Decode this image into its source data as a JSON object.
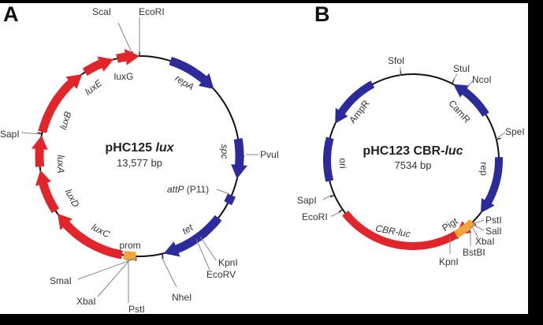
{
  "panels": [
    {
      "letter": "A",
      "name": "pHC125",
      "name_italic": "lux",
      "size": "13,577 bp",
      "genes": {
        "repA": "repA",
        "spc": "spc",
        "attP": "attP",
        "attP_suffix": "(P11)",
        "tet": "tet",
        "prom": "prom",
        "luxC": "luxC",
        "luxD": "luxD",
        "luxA": "luxA",
        "luxB": "luxB",
        "luxE": "luxE",
        "luxG": "luxG"
      },
      "sites": {
        "ScaI": "ScaI",
        "EcoRI": "EcoRI",
        "PvuI": "PvuI",
        "SapI": "SapI",
        "KpnI": "KpnI",
        "EcoRV": "EcoRV",
        "NheI": "NheI",
        "SmaI": "SmaI",
        "XbaI": "XbaI",
        "PstI": "PstI"
      }
    },
    {
      "letter": "B",
      "name": "pHC123 CBR-",
      "name_italic": "luc",
      "size": "7534 bp",
      "genes": {
        "CamR": "CamR",
        "rep": "rep",
        "Pigt": "Pigt",
        "CBRluc": "CBR-luc",
        "ori": "ori",
        "AmpR": "AmpR"
      },
      "sites": {
        "SfoI": "SfoI",
        "StuI": "StuI",
        "NcoI": "NcoI",
        "SpeI": "SpeI",
        "PstI": "PstI",
        "SalI": "SalI",
        "XbaI": "XbaI",
        "BstBI": "BstBI",
        "KpnI": "KpnI",
        "EcoRI": "EcoRI",
        "SapI": "SapI"
      }
    }
  ],
  "colors": {
    "red": "#e1252b",
    "blue": "#2c2b9c",
    "orange": "#f2a33a",
    "backbone": "#111111"
  }
}
